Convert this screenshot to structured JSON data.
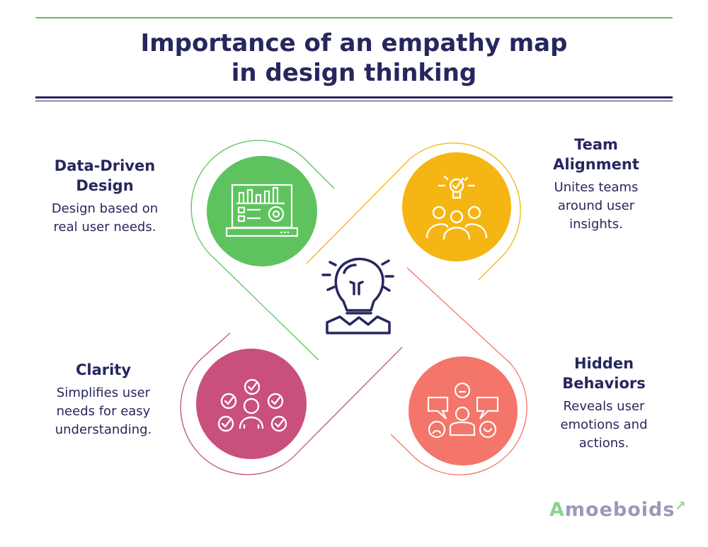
{
  "title_line1": "Importance of an empathy map",
  "title_line2": "in design thinking",
  "items": [
    {
      "title": "Data-Driven Design",
      "title_l1": "Data-Driven",
      "title_l2": "Design",
      "desc_l1": "Design based on",
      "desc_l2": "real user needs.",
      "color": "#5ec35e",
      "icon": "laptop-chart-gear-icon"
    },
    {
      "title": "Team Alignment",
      "title_l1": "Team",
      "title_l2": "Alignment",
      "desc_l1": "Unites teams",
      "desc_l2": "around user",
      "desc_l3": "insights.",
      "color": "#f5b512",
      "icon": "team-idea-icon"
    },
    {
      "title": "Clarity",
      "title_l1": "Clarity",
      "desc_l1": "Simplifies user",
      "desc_l2": "needs for easy",
      "desc_l3": "understanding.",
      "color": "#c94f7c",
      "icon": "person-checkmarks-icon"
    },
    {
      "title": "Hidden Behaviors",
      "title_l1": "Hidden",
      "title_l2": "Behaviors",
      "desc_l1": "Reveals user",
      "desc_l2": "emotions and",
      "desc_l3": "actions.",
      "color": "#f4756a",
      "icon": "person-emotions-icon"
    }
  ],
  "center_icon": "lightbulb-head-icon",
  "logo": {
    "first": "A",
    "rest": "moeboids"
  },
  "colors": {
    "navy": "#26275e",
    "green": "#5ec35e"
  }
}
